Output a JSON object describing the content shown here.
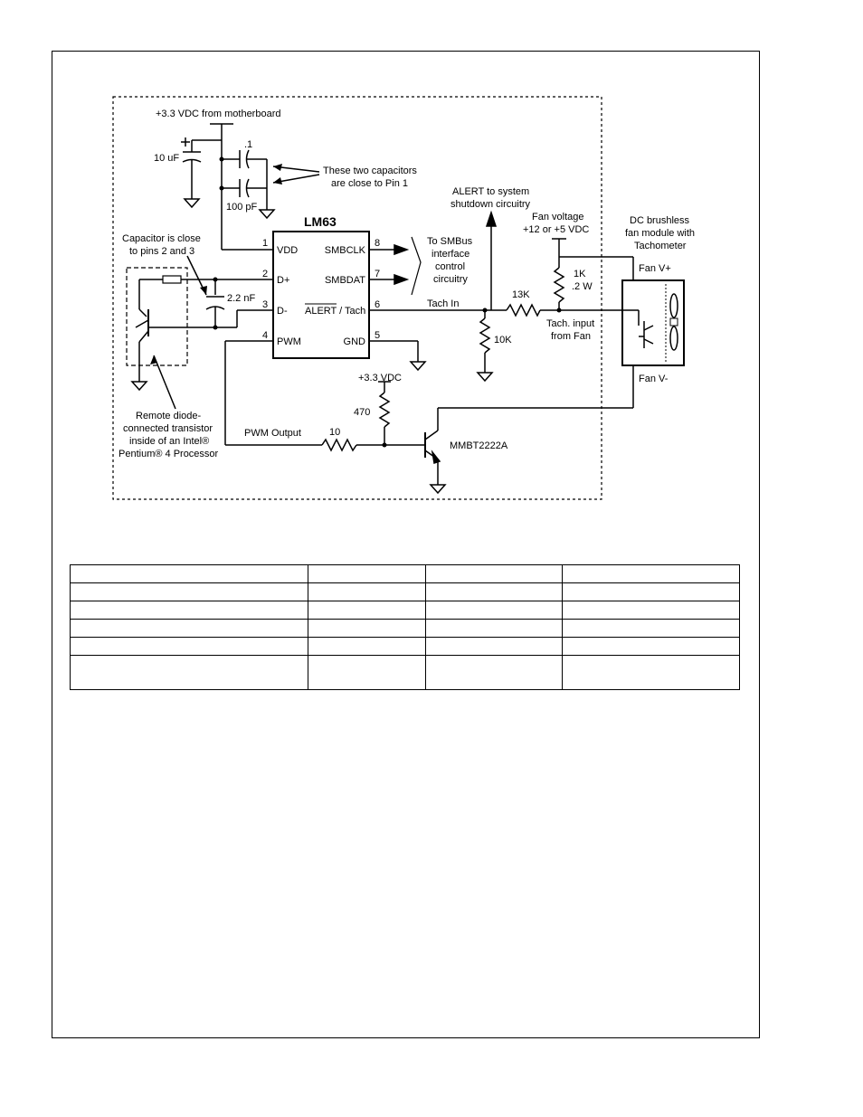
{
  "diagram": {
    "supply": "+3.3 VDC from motherboard",
    "cap_10uf": "10 uF",
    "cap_point1": ".1",
    "cap_100pf": "100 pF",
    "cap_note": [
      "These two capacitors",
      "are close to Pin 1"
    ],
    "ic_name": "LM63",
    "pins": {
      "p1": "1",
      "p2": "2",
      "p3": "3",
      "p4": "4",
      "p5": "5",
      "p6": "6",
      "p7": "7",
      "p8": "8"
    },
    "pin_labels": {
      "vdd": "VDD",
      "dplus": "D+",
      "dminus": "D-",
      "pwm": "PWM",
      "smbclk": "SMBCLK",
      "smbdat": "SMBDAT",
      "alert_bar": "ALERT",
      "alert_tail": " / Tach",
      "gnd": "GND"
    },
    "smbus_note": [
      "To SMBus",
      "interface",
      "control",
      "circuitry"
    ],
    "alert_note": [
      "ALERT to system",
      "shutdown circuitry"
    ],
    "fan_voltage": [
      "Fan voltage",
      "+12 or +5 VDC"
    ],
    "fan_module": [
      "DC brushless",
      "fan module with",
      "Tachometer"
    ],
    "fan_vplus": "Fan V+",
    "fan_vminus": "Fan V-",
    "r_1k": [
      "1K",
      ".2 W"
    ],
    "r_13k": "13K",
    "r_10k": "10K",
    "tach_in": "Tach In",
    "tach_input": [
      "Tach. input",
      "from Fan"
    ],
    "cap_pin23_note": [
      "Capacitor is close",
      "to pins 2 and 3"
    ],
    "cap_22nf": "2.2 nF",
    "remote_note": [
      "Remote diode-",
      "connected transistor",
      "inside of an Intel®",
      "Pentium® 4 Processor"
    ],
    "vdc_33": "+3.3 VDC",
    "r_470": "470",
    "pwm_output": "PWM Output",
    "r_10": "10",
    "transistor": "MMBT2222A"
  },
  "table": {
    "rows": [
      [
        "",
        "",
        "",
        ""
      ],
      [
        "",
        "",
        "",
        ""
      ],
      [
        "",
        "",
        "",
        ""
      ],
      [
        "",
        "",
        "",
        ""
      ],
      [
        "",
        "",
        "",
        ""
      ],
      [
        "",
        "",
        "",
        ""
      ]
    ]
  }
}
